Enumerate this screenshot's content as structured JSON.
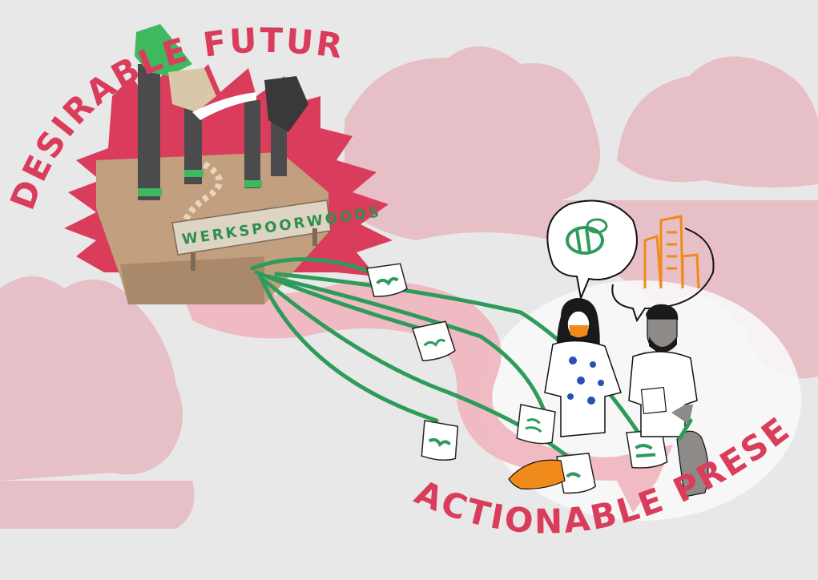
{
  "illustration": {
    "top_left_text": "DESIRABLE FUTURES",
    "bottom_right_text": "ACTIONABLE PRESENTS",
    "sign_text": "WERKSPOORWOODS"
  },
  "colors": {
    "paper": "#e9e8e8",
    "cloud_pink": "#e7bfc6",
    "accent_red": "#d93d5b",
    "ribbon_pink": "#f0b7c1",
    "green": "#2e9b5b",
    "orange": "#f08a1a",
    "cardboard": "#c2a07f",
    "skin_gray": "#8e8a87"
  }
}
